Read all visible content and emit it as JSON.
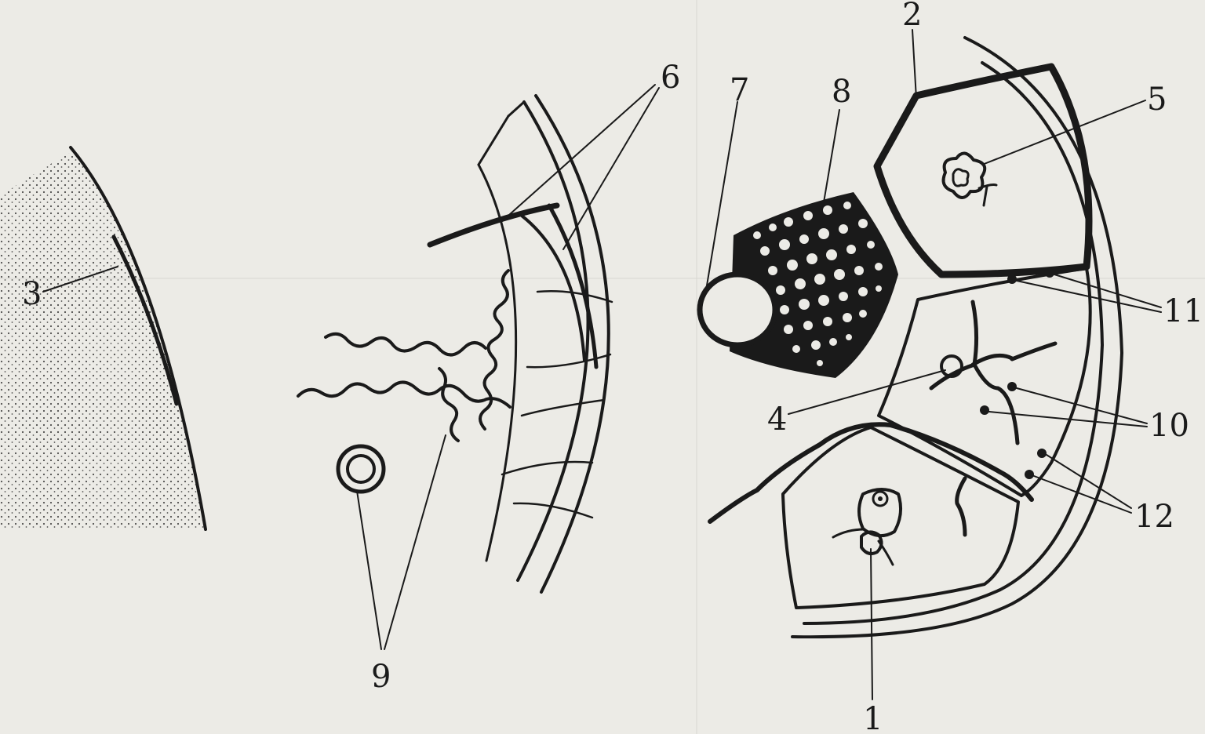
{
  "labels": {
    "l1": "1",
    "l2": "2",
    "l3": "3",
    "l4": "4",
    "l5": "5",
    "l6": "6",
    "l7": "7",
    "l8": "8",
    "l9": "9",
    "l10": "10",
    "l11": "11",
    "l12": "12"
  },
  "colors": {
    "ink": "#1a1a1a",
    "paper": "#ecebe6"
  }
}
